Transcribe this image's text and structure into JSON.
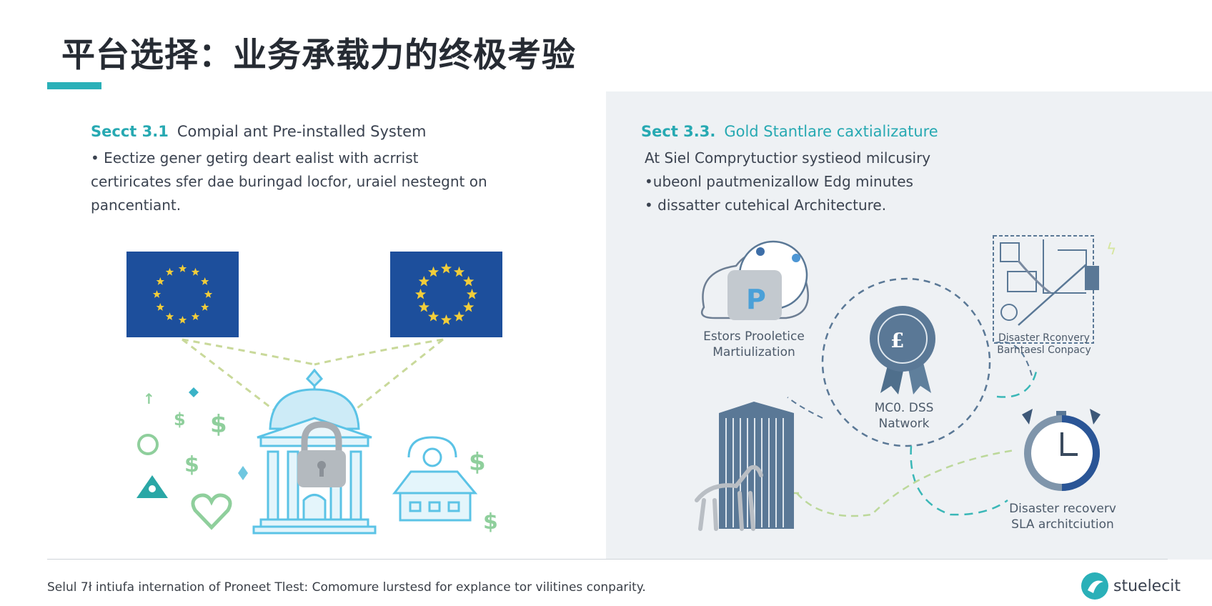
{
  "title": "平台选择：业务承载力的终极考验",
  "left_section": {
    "number": "Secct 3.1",
    "heading": "Compial ant Pre-installed System",
    "lines": [
      "• Eectize gener getirg deart ealist with acrrist",
      "certiricates sfer dae buringad locfor, uraiel nestegnt on",
      "pancentiant."
    ]
  },
  "right_section": {
    "number": "Sect 3.3.",
    "heading": "Gold Stantlare caxtializature",
    "lines": [
      "At Siel Comprytuctior systieod milcusiry",
      "•ubeonl pautmenizallow Edg minutes",
      "• dissatter cutehical Architecture."
    ]
  },
  "diagram_labels": {
    "top_left": [
      "Estors Prooletice",
      "Martiulization"
    ],
    "top_right": [
      "Disaster Rconvery",
      "Barntaesl Conpacy"
    ],
    "center": [
      "MC0. DSS",
      "Natwork"
    ],
    "bottom_right": [
      "Disaster recoverv",
      "SLA architciution"
    ]
  },
  "footer": {
    "text": "Selul 7ł intiufa internation of Proneet Tlest: Comomure lurstesd for explance tor vilitines conparity.",
    "brand": "stuelecit"
  },
  "colors": {
    "accent": "#2ab0b8",
    "eu_blue": "#1d4f9c",
    "star": "#f2cd3a",
    "slate": "#5a7896",
    "light_blue": "#5bc3e6",
    "green": "#8fcf9c"
  },
  "icons": {
    "flags": "eu-flag-icon",
    "bank": "bank-building-icon",
    "lock": "padlock-icon",
    "house": "house-icon",
    "cloud": "cloud-p-icon",
    "badge": "award-badge-icon",
    "blueprint": "blueprint-hand-icon",
    "tower": "office-tower-icon",
    "clock": "clock-icon"
  }
}
